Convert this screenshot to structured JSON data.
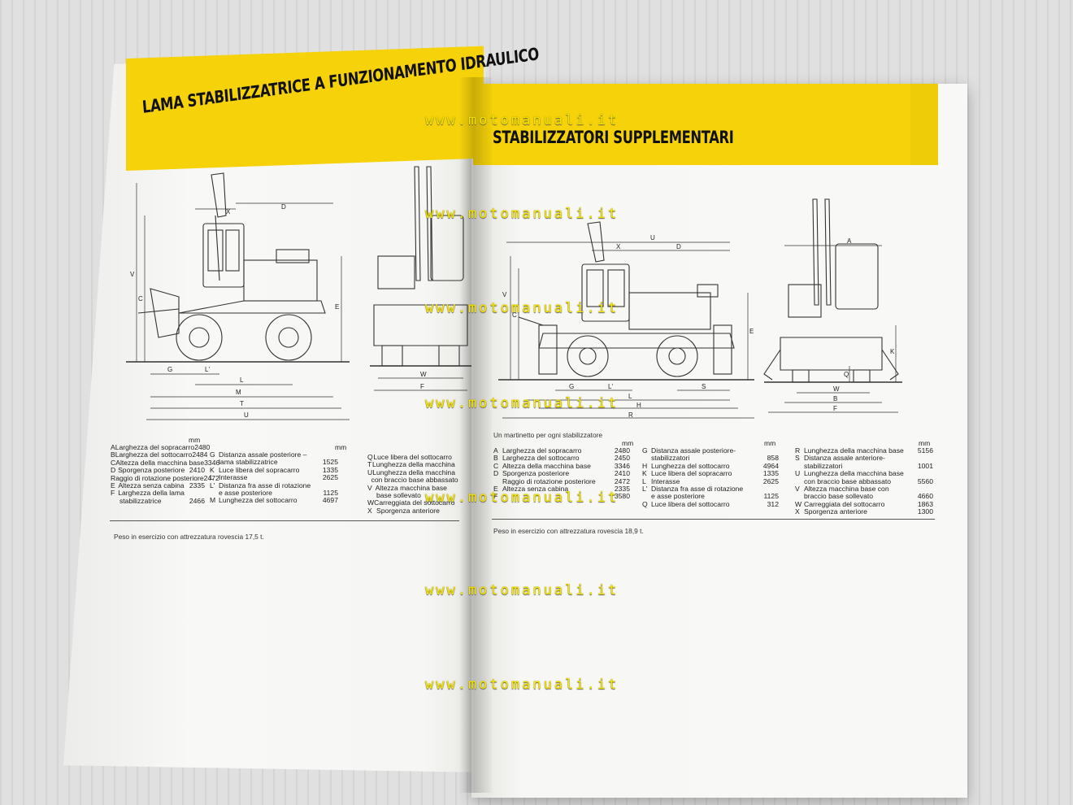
{
  "watermark": "www.motomanuali.it",
  "left_page": {
    "title": "LAMA STABILIZZATRICE A FUNZIONAMENTO IDRAULICO",
    "unit": "mm",
    "columns": [
      [
        {
          "letter": "A",
          "label": "Larghezza del sopracarro",
          "value": "2480"
        },
        {
          "letter": "B",
          "label": "Larghezza del sottocarro",
          "value": "2484"
        },
        {
          "letter": "C",
          "label": "Altezza della macchina base",
          "value": "3346"
        },
        {
          "letter": "D",
          "label": "Sporgenza posteriore",
          "value": "2410"
        },
        {
          "letter": "",
          "label": "Raggio di rotazione posteriore",
          "value": "2472"
        },
        {
          "letter": "E",
          "label": "Altezza senza cabina",
          "value": "2335"
        },
        {
          "letter": "F",
          "label": "Larghezza della lama",
          "value": ""
        },
        {
          "letter": "",
          "label": "stabilizzatrice",
          "value": "2466"
        }
      ],
      [
        {
          "letter": "G",
          "label": "Distanza assale posteriore –",
          "value": ""
        },
        {
          "letter": "",
          "label": "lama stabilizzatrice",
          "value": "1525"
        },
        {
          "letter": "K",
          "label": "Luce libera del sopracarro",
          "value": "1335"
        },
        {
          "letter": "L",
          "label": "Interasse",
          "value": "2625"
        },
        {
          "letter": "L'",
          "label": "Distanza fra asse di rotazione",
          "value": ""
        },
        {
          "letter": "",
          "label": "e asse posteriore",
          "value": "1125"
        },
        {
          "letter": "M",
          "label": "Lunghezza del sottocarro",
          "value": "4697"
        }
      ],
      [
        {
          "letter": "Q",
          "label": "Luce libera del sottocarro",
          "value": ""
        },
        {
          "letter": "T",
          "label": "Lunghezza della macchina",
          "value": ""
        },
        {
          "letter": "U",
          "label": "Lunghezza della macchina",
          "value": ""
        },
        {
          "letter": "",
          "label": "con braccio base abbassato",
          "value": ""
        },
        {
          "letter": "V",
          "label": "Altezza macchina base",
          "value": ""
        },
        {
          "letter": "",
          "label": "base sollevato",
          "value": ""
        },
        {
          "letter": "W",
          "label": "Carreggiata del sottocarro",
          "value": ""
        },
        {
          "letter": "X",
          "label": "Sporgenza anteriore",
          "value": ""
        }
      ]
    ],
    "note": "Peso in esercizio con attrezzatura rovescia 17,5 t.",
    "dim_letters_side": [
      "X",
      "D",
      "V",
      "C",
      "E",
      "G",
      "L'",
      "L",
      "M",
      "T",
      "U"
    ],
    "dim_letters_rear": [
      "W",
      "F"
    ]
  },
  "right_page": {
    "title": "STABILIZZATORI SUPPLEMENTARI",
    "unit": "mm",
    "subnote": "Un martinetto per ogni stabilizzatore",
    "columns": [
      [
        {
          "letter": "A",
          "label": "Larghezza del sopracarro",
          "value": "2480"
        },
        {
          "letter": "B",
          "label": "Larghezza del sottocarro",
          "value": "2450"
        },
        {
          "letter": "C",
          "label": "Altezza della macchina base",
          "value": "3346"
        },
        {
          "letter": "D",
          "label": "Sporgenza posteriore",
          "value": "2410"
        },
        {
          "letter": "",
          "label": "Raggio di rotazione posteriore",
          "value": "2472"
        },
        {
          "letter": "E",
          "label": "Altezza senza cabina",
          "value": "2335"
        },
        {
          "letter": "F",
          "label": "",
          "value": "3580"
        }
      ],
      [
        {
          "letter": "G",
          "label": "Distanza assale posteriore-",
          "value": ""
        },
        {
          "letter": "",
          "label": "stabilizzatori",
          "value": "858"
        },
        {
          "letter": "H",
          "label": "Lunghezza del sottocarro",
          "value": "4964"
        },
        {
          "letter": "K",
          "label": "Luce libera del sopracarro",
          "value": "1335"
        },
        {
          "letter": "L",
          "label": "Interasse",
          "value": "2625"
        },
        {
          "letter": "L'",
          "label": "Distanza fra asse di rotazione",
          "value": ""
        },
        {
          "letter": "",
          "label": "e asse posteriore",
          "value": "1125"
        },
        {
          "letter": "Q",
          "label": "Luce libera del sottocarro",
          "value": "312"
        }
      ],
      [
        {
          "letter": "R",
          "label": "Lunghezza della macchina base",
          "value": "5156"
        },
        {
          "letter": "S",
          "label": "Distanza assale anteriore-",
          "value": ""
        },
        {
          "letter": "",
          "label": "stabilizzatori",
          "value": "1001"
        },
        {
          "letter": "U",
          "label": "Lunghezza della macchina base",
          "value": ""
        },
        {
          "letter": "",
          "label": "con braccio base abbassato",
          "value": "5560"
        },
        {
          "letter": "V",
          "label": "Altezza macchina base con",
          "value": ""
        },
        {
          "letter": "",
          "label": "braccio base sollevato",
          "value": "4660"
        },
        {
          "letter": "W",
          "label": "Carreggiata del sottocarro",
          "value": "1863"
        },
        {
          "letter": "X",
          "label": "Sporgenza anteriore",
          "value": "1300"
        }
      ]
    ],
    "note": "Peso in esercizio con attrezzatura rovescia 18,9 t.",
    "dim_letters_side": [
      "U",
      "X",
      "D",
      "V",
      "C",
      "E",
      "G",
      "L'",
      "S",
      "L",
      "H",
      "R"
    ],
    "dim_letters_rear": [
      "A",
      "K",
      "Q",
      "W",
      "B",
      "F"
    ]
  }
}
